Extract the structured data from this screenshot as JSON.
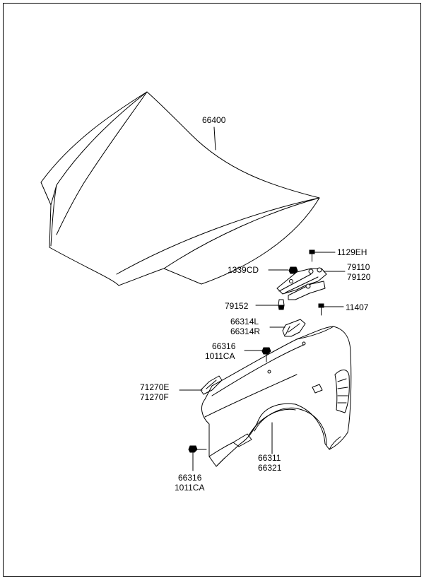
{
  "parts": {
    "hood": "66400",
    "hinge_bolt": "1129EH",
    "hinge_nut": "1339CD",
    "hinge_lh": "79110",
    "hinge_rh": "79120",
    "hinge_clip": "79152",
    "fender_screw": "11407",
    "bracket_l": "66314L",
    "bracket_r": "66314R",
    "upper_bolt_a": "66316",
    "upper_bolt_b": "1011CA",
    "cover_e": "71270E",
    "cover_f": "71270F",
    "fender_lh": "66311",
    "fender_rh": "66321",
    "lower_bolt_a": "66316",
    "lower_bolt_b": "1011CA"
  }
}
